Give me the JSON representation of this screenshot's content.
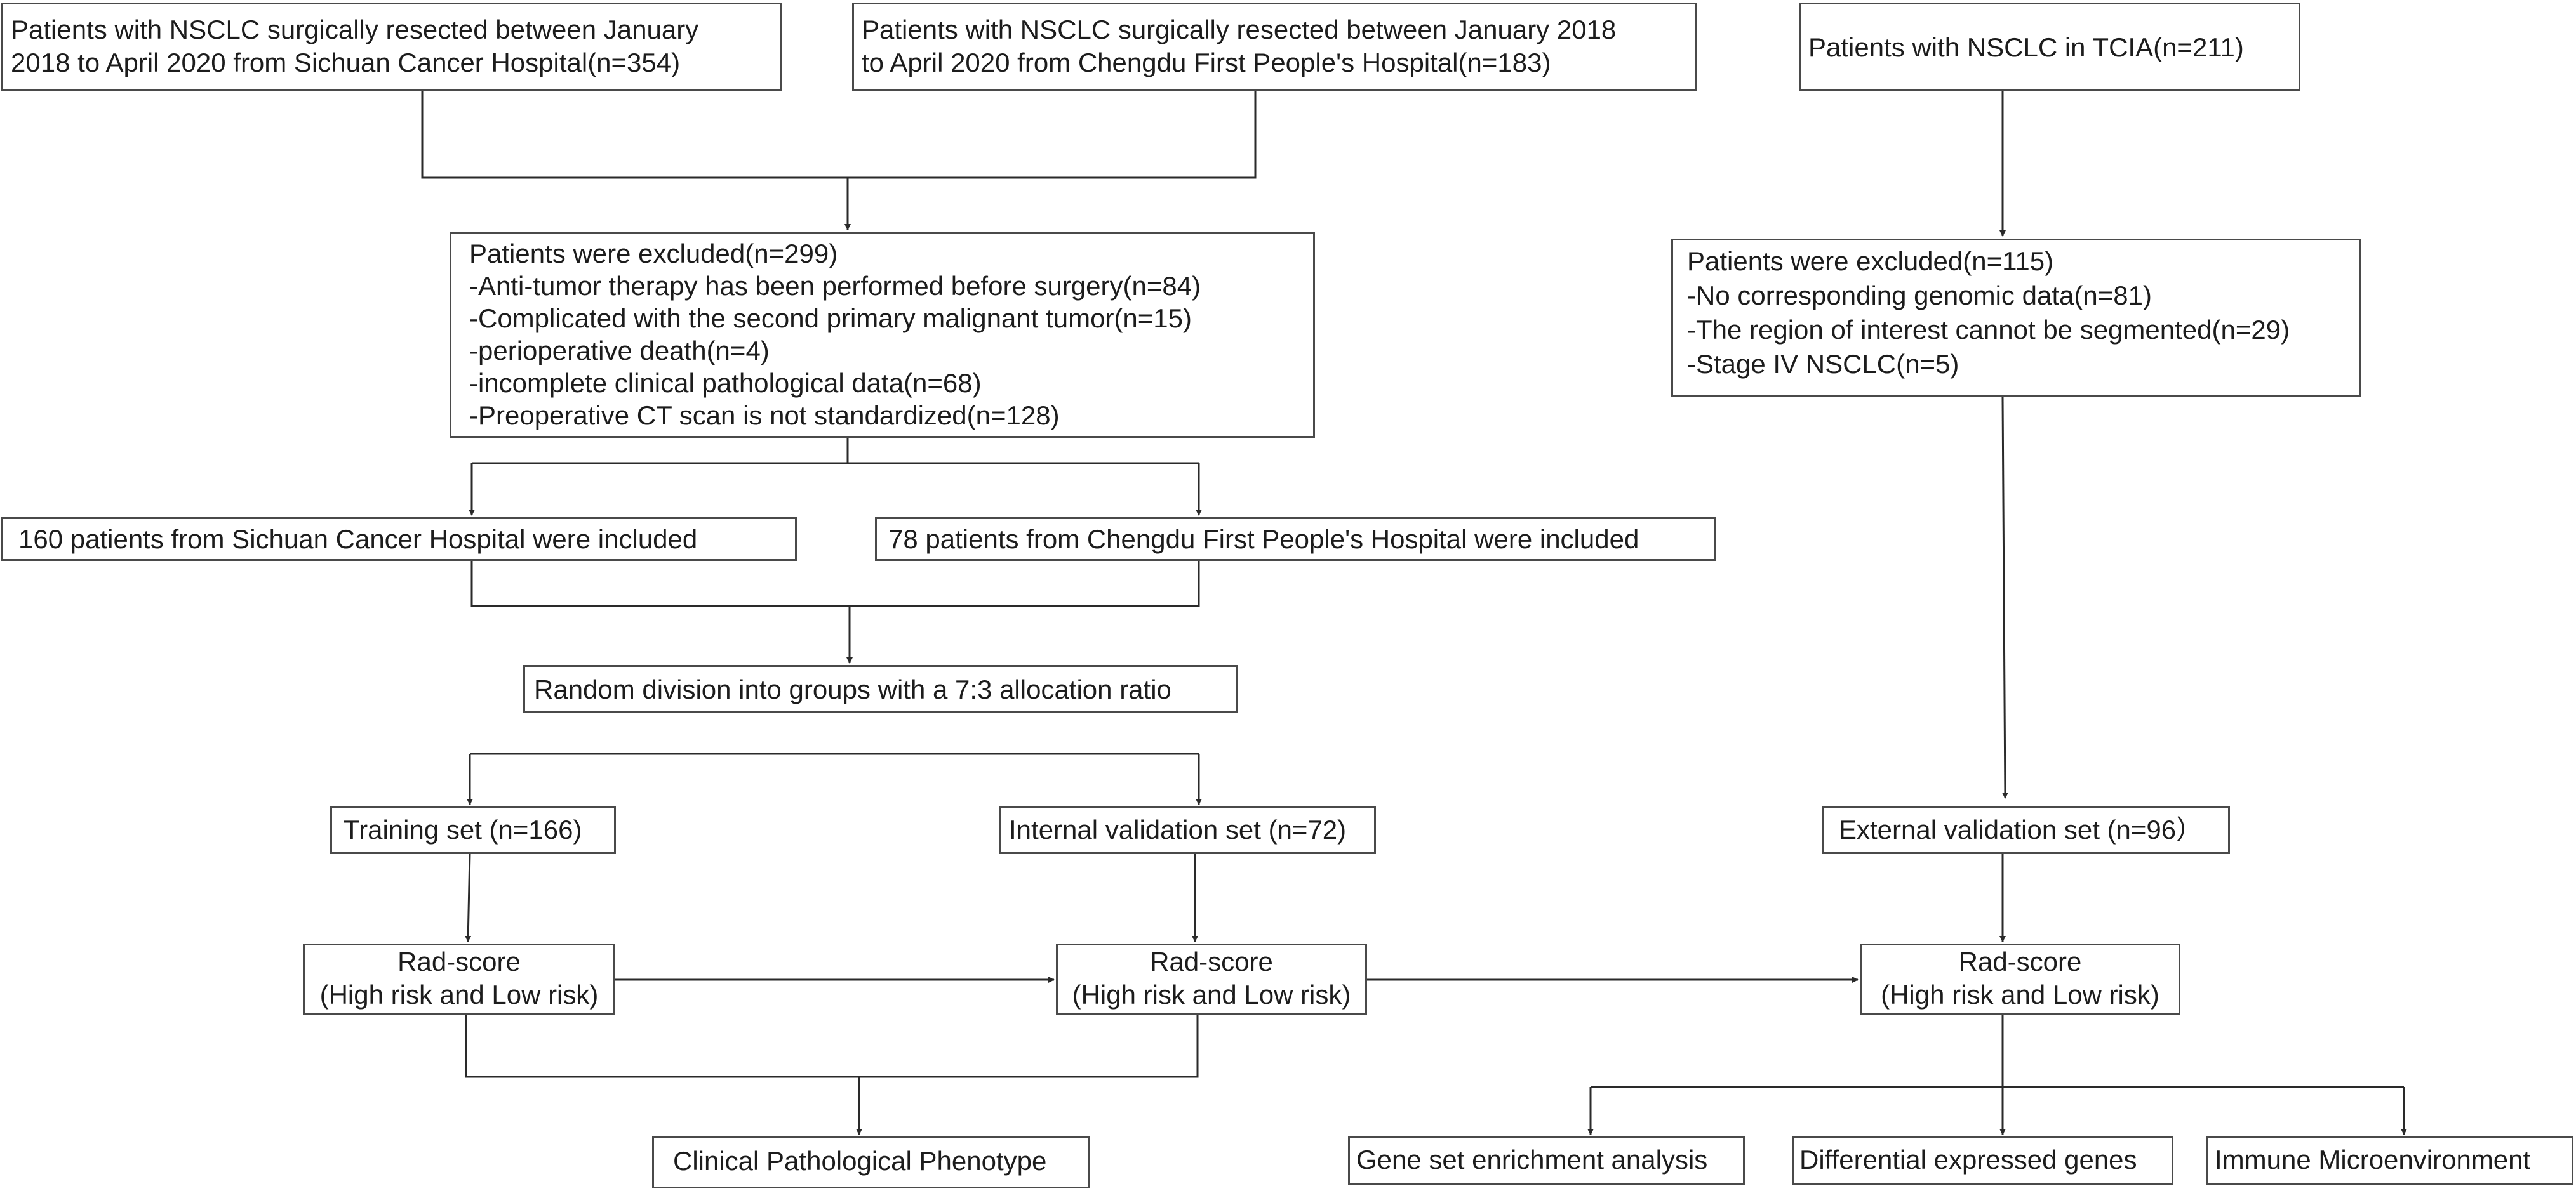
{
  "sources": {
    "sichuan": {
      "line1": "Patients with NSCLC surgically resected between January",
      "line2": "2018 to April 2020 from Sichuan Cancer Hospital(n=354)"
    },
    "chengdu": {
      "line1": "Patients with NSCLC surgically resected between January 2018",
      "line2": "to April 2020 from Chengdu First People's Hospital(n=183)"
    },
    "tcia": {
      "line1": "Patients with NSCLC in TCIA(n=211)"
    }
  },
  "exclusion_hospital": {
    "title": "Patients were excluded(n=299)",
    "items": [
      "-Anti-tumor therapy has been performed before surgery(n=84)",
      "-Complicated with the second primary malignant tumor(n=15)",
      "-perioperative death(n=4)",
      "-incomplete clinical pathological data(n=68)",
      "-Preoperative CT scan is not standardized(n=128)"
    ]
  },
  "exclusion_tcia": {
    "title": "Patients were excluded(n=115)",
    "items": [
      "-No corresponding genomic data(n=81)",
      "-The region of interest cannot be segmented(n=29)",
      "-Stage IV NSCLC(n=5)"
    ]
  },
  "included": {
    "sichuan": "160 patients from Sichuan Cancer Hospital were included",
    "chengdu": "78 patients from Chengdu First People's Hospital were included"
  },
  "random_division": "Random division into groups with a 7:3 allocation ratio",
  "sets": {
    "training": "Training set (n=166)",
    "internal": "Internal validation set (n=72)",
    "external": "External validation set (n=96）"
  },
  "radscore": {
    "title": "Rad-score",
    "subtitle": "(High risk and Low risk)"
  },
  "outcomes": {
    "clinical": "Clinical Pathological Phenotype",
    "gsea": "Gene set enrichment analysis",
    "deg": "Differential expressed genes",
    "immune": "Immune Microenvironment"
  }
}
